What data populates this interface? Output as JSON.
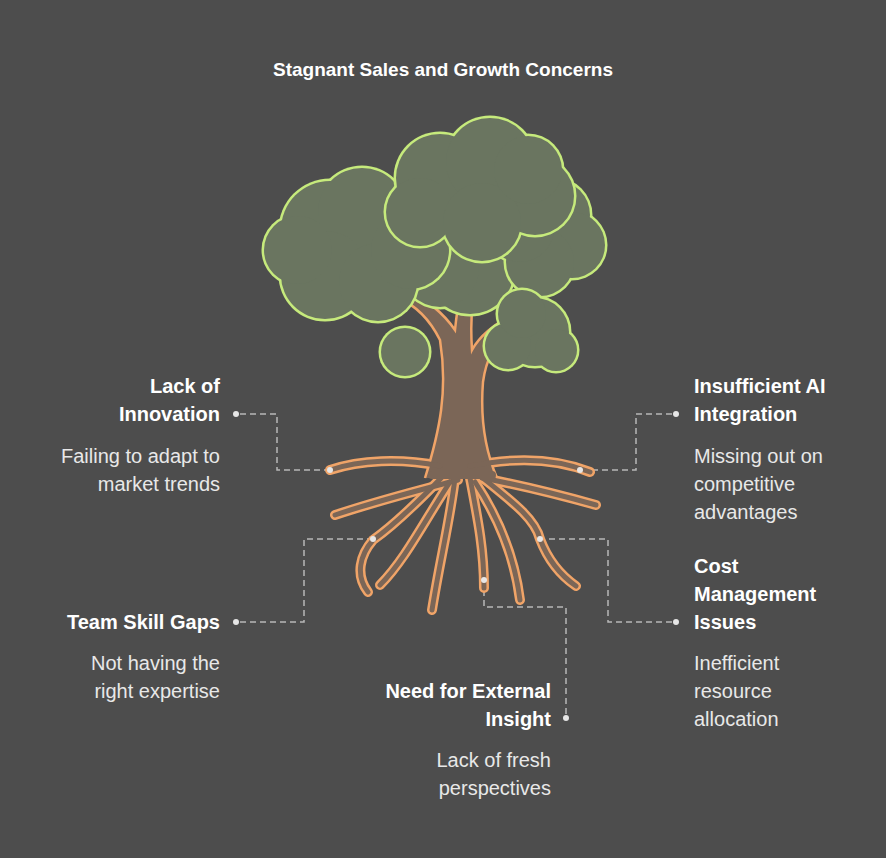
{
  "diagram": {
    "title": "Stagnant Sales and Growth Concerns",
    "labels": [
      "Lack of Innovation",
      "Failing to adapt to market trends",
      "Insufficient AI Integration",
      "Missing out on competitive advantages",
      "Team Skill Gaps",
      "Not having the right expertise",
      "Cost Management Issues",
      "Inefficient resource allocation",
      "Need for External Insight",
      "Lack of fresh perspectives"
    ]
  }
}
